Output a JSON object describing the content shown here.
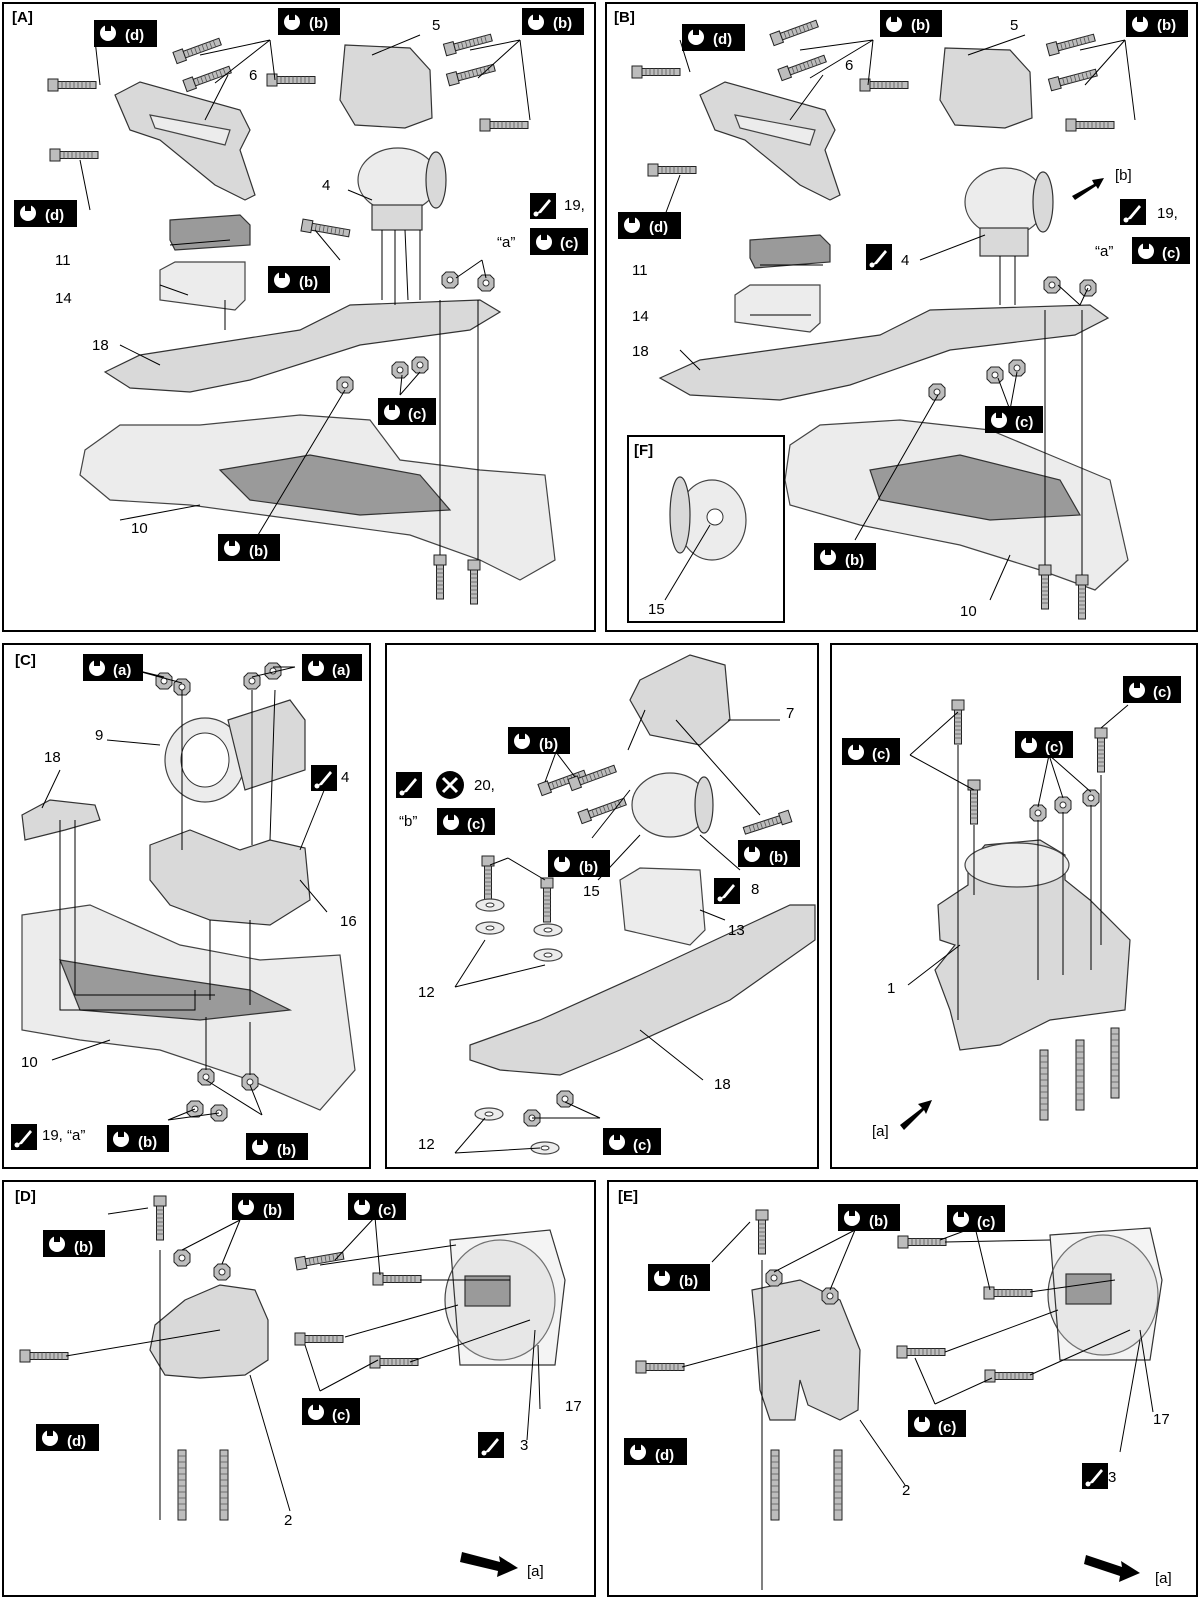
{
  "panels": {
    "A": "[A]",
    "B": "[B]",
    "C": "[C]",
    "D": "[D]",
    "E": "[E]",
    "F": "[F]"
  },
  "callouts": {
    "p1": "1",
    "p2": "2",
    "p3": "3",
    "p4": "4",
    "p5": "5",
    "p6": "6",
    "p7": "7",
    "p8": "8",
    "p9": "9",
    "p10": "10",
    "p11": "11",
    "p12": "12",
    "p13": "13",
    "p14": "14",
    "p15": "15",
    "p16": "16",
    "p17": "17",
    "p18": "18"
  },
  "torque": {
    "a": "(a)",
    "b": "(b)",
    "c": "(c)",
    "d": "(d)"
  },
  "notes": {
    "n19": "19,",
    "n19a": "19, “a”",
    "a_quote": "“a”",
    "b_quote": "“b”",
    "n20": "20,",
    "bracket_a": "[a]",
    "bracket_b": "[b]"
  },
  "icons": {
    "wrench": "wrench-icon",
    "grease": "grease-icon",
    "do_not_reuse": "do-not-reuse-icon",
    "direction_arrow": "direction-arrow-icon"
  }
}
